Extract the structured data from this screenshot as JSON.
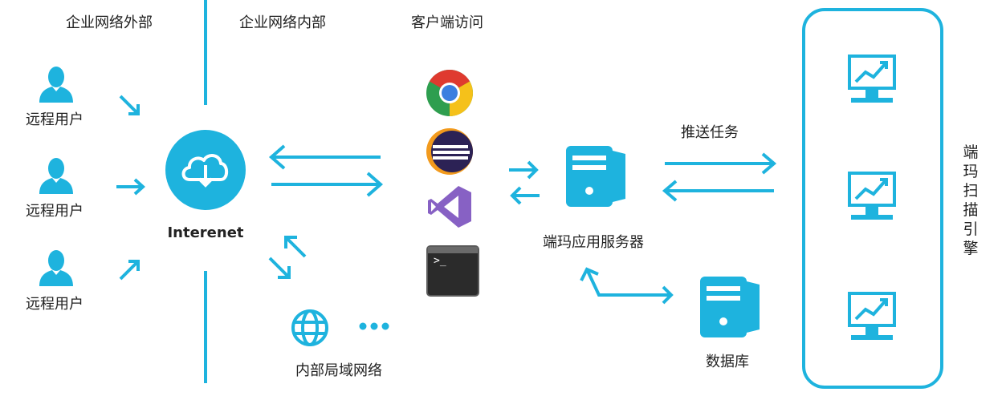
{
  "colors": {
    "accent": "#1eb3de",
    "text": "#222222"
  },
  "zones": {
    "outside": "企业网络外部",
    "inside": "企业网络内部",
    "client": "客户端访问"
  },
  "remote_users": [
    {
      "label": "远程用户",
      "icon": "user-icon"
    },
    {
      "label": "远程用户",
      "icon": "user-icon"
    },
    {
      "label": "远程用户",
      "icon": "user-icon"
    }
  ],
  "internet": {
    "label": "Interenet",
    "icon": "cloud-download-icon"
  },
  "lan": {
    "label": "内部局域网络",
    "icons": [
      "globe-icon",
      "more-dots-icon"
    ]
  },
  "clients": [
    "chrome-icon",
    "eclipse-icon",
    "visual-studio-icon",
    "terminal-icon"
  ],
  "terminal_prompt": ">_",
  "app_server": {
    "label": "端玛应用服务器",
    "icon": "server-icon"
  },
  "database": {
    "label": "数据库",
    "icon": "database-server-icon"
  },
  "push_task": "推送任务",
  "scan_engine": {
    "label": "端玛扫描引擎",
    "icon": "monitor-chart-icon",
    "count": 3
  }
}
